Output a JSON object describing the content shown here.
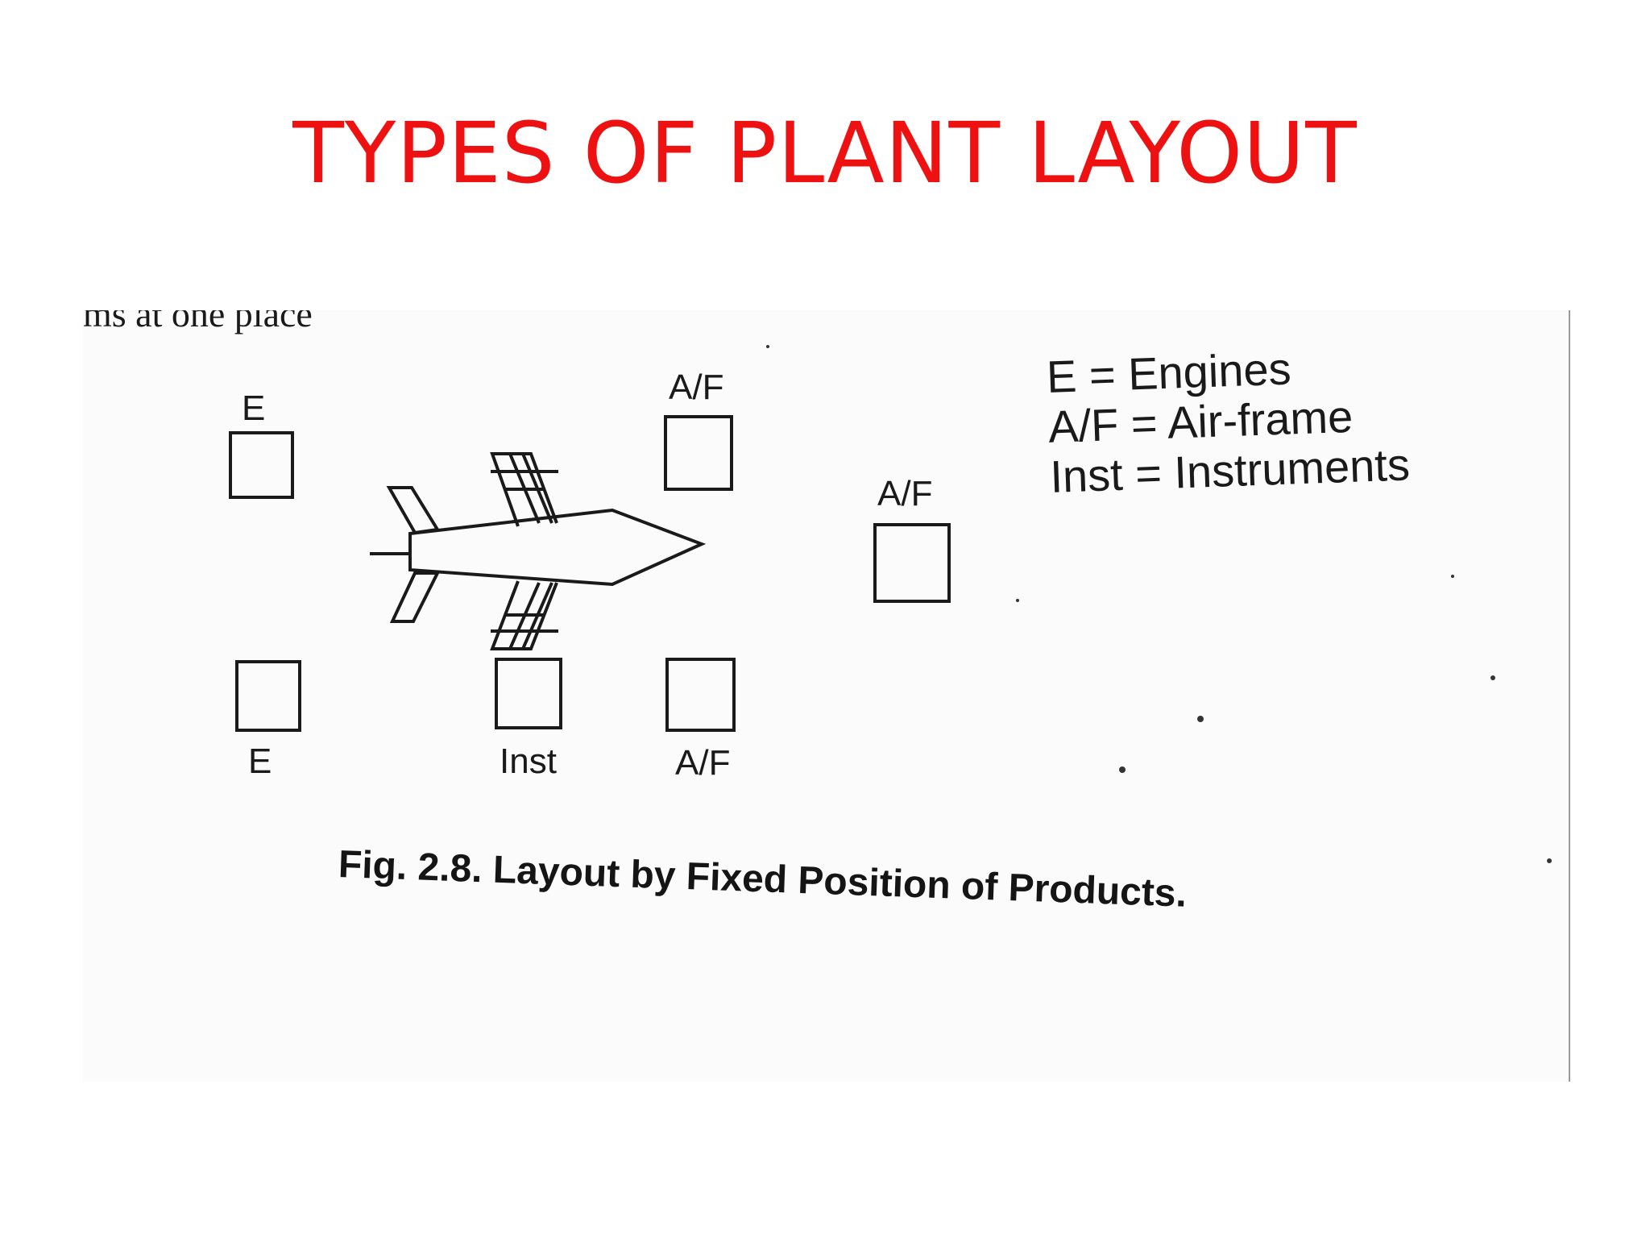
{
  "slide": {
    "title": "TYPES OF PLANT LAYOUT",
    "title_color": "#ee1111"
  },
  "figure": {
    "cut_off_text": "ms at one place",
    "station_labels": {
      "engine": "E",
      "airframe": "A/F",
      "instruments": "Inst"
    },
    "legend": [
      "E = Engines",
      "A/F = Air-frame",
      "Inst = Instruments"
    ],
    "caption": "Fig. 2.8. Layout by Fixed Position of Products."
  }
}
